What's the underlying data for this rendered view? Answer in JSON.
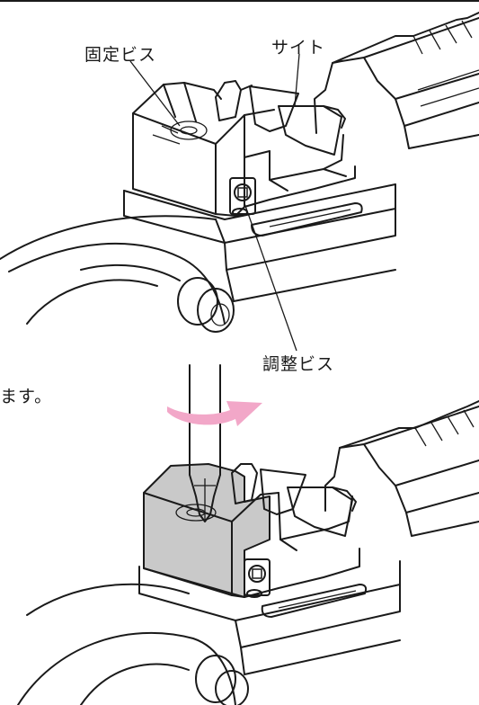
{
  "labels": {
    "fixing_screw": "固定ビス",
    "sight": "サイト",
    "adjust_screw": "調整ビス",
    "cut_text": "ます。"
  },
  "colors": {
    "line": "#1a1a1a",
    "highlight_block": "#c9c9c9",
    "arrow": "#f2a7c8",
    "knurl": "#3a3a3a"
  },
  "icons": [
    "screwdriver-icon",
    "rotate-arrow-icon",
    "screw-icon"
  ]
}
